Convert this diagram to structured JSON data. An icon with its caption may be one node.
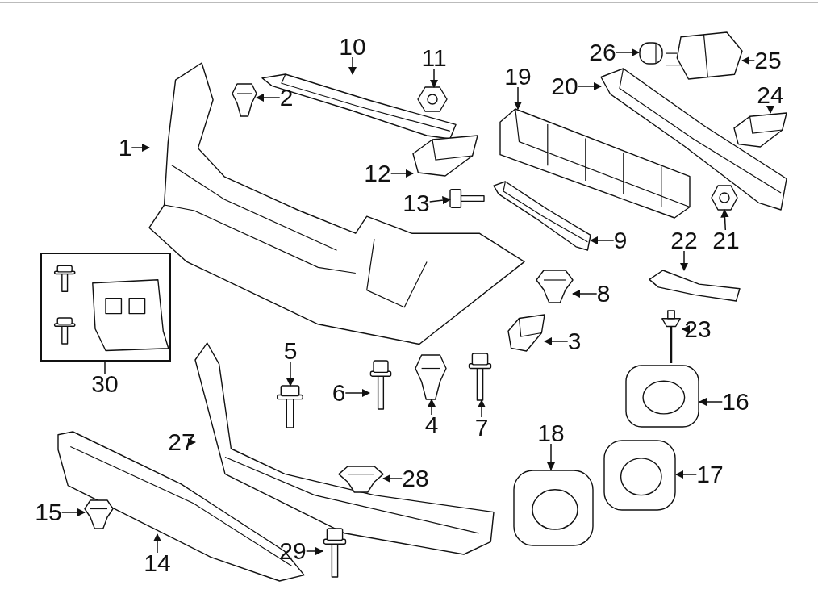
{
  "diagram": {
    "nodes": [
      {
        "text": [
          "1"
        ]
      },
      {
        "text": [],
        "shape": "picture"
      },
      {
        "text": [
          "2"
        ]
      },
      {
        "text": [],
        "shape": "picture"
      },
      {
        "text": [
          "3"
        ]
      },
      {
        "text": [],
        "shape": "picture"
      },
      {
        "text": [
          "4"
        ]
      },
      {
        "text": [],
        "shape": "picture"
      },
      {
        "text": [
          "5"
        ]
      },
      {
        "text": [],
        "shape": "picture"
      },
      {
        "text": [
          "6"
        ]
      },
      {
        "text": [],
        "shape": "picture"
      },
      {
        "text": [
          "7"
        ]
      },
      {
        "text": [],
        "shape": "picture"
      },
      {
        "text": [
          "8"
        ]
      },
      {
        "text": [],
        "shape": "picture"
      },
      {
        "text": [
          "9"
        ]
      },
      {
        "text": [],
        "shape": "picture"
      },
      {
        "text": [
          "10"
        ]
      },
      {
        "text": [],
        "shape": "picture"
      },
      {
        "text": [
          "11"
        ]
      },
      {
        "text": [],
        "shape": "picture"
      },
      {
        "text": [
          "12"
        ]
      },
      {
        "text": [],
        "shape": "picture"
      },
      {
        "text": [
          "13"
        ]
      },
      {
        "text": [],
        "shape": "picture"
      },
      {
        "text": [
          "14"
        ]
      },
      {
        "text": [],
        "shape": "picture"
      },
      {
        "text": [
          "15"
        ]
      },
      {
        "text": [],
        "shape": "picture"
      },
      {
        "text": [
          "16"
        ]
      },
      {
        "text": [],
        "shape": "picture"
      },
      {
        "text": [
          "17"
        ]
      },
      {
        "text": [],
        "shape": "picture"
      },
      {
        "text": [
          "18"
        ]
      },
      {
        "text": [],
        "shape": "picture"
      },
      {
        "text": [
          "19"
        ]
      },
      {
        "text": [],
        "shape": "picture"
      },
      {
        "text": [
          "20"
        ]
      },
      {
        "text": [],
        "shape": "picture"
      },
      {
        "text": [
          "21"
        ]
      },
      {
        "text": [],
        "shape": "picture"
      },
      {
        "text": [
          "22"
        ]
      },
      {
        "text": [],
        "shape": "picture"
      },
      {
        "text": [
          "23"
        ]
      },
      {
        "text": [],
        "shape": "picture"
      },
      {
        "text": [
          "24"
        ]
      },
      {
        "text": [],
        "shape": "picture"
      },
      {
        "text": [
          "25"
        ]
      },
      {
        "text": [],
        "shape": "picture"
      },
      {
        "text": [
          "26"
        ]
      },
      {
        "text": [],
        "shape": "picture"
      },
      {
        "text": [
          "27"
        ]
      },
      {
        "text": [],
        "shape": "picture"
      },
      {
        "text": [
          "28"
        ]
      },
      {
        "text": [],
        "shape": "picture"
      },
      {
        "text": [
          "29"
        ]
      },
      {
        "text": [],
        "shape": "picture"
      },
      {
        "text": [
          "30"
        ]
      },
      {
        "text": [],
        "shape": "box"
      }
    ],
    "edges": [
      {
        "from": 0,
        "to": 1,
        "arrow": "to"
      },
      {
        "from": 2,
        "to": 3,
        "arrow": "to"
      },
      {
        "from": 4,
        "to": 5,
        "arrow": "to"
      },
      {
        "from": 6,
        "to": 7,
        "arrow": "to"
      },
      {
        "from": 8,
        "to": 9,
        "arrow": "to"
      },
      {
        "from": 10,
        "to": 11,
        "arrow": "to"
      },
      {
        "from": 12,
        "to": 13,
        "arrow": "to"
      },
      {
        "from": 14,
        "to": 15,
        "arrow": "to"
      },
      {
        "from": 16,
        "to": 17,
        "arrow": "to"
      },
      {
        "from": 18,
        "to": 19,
        "arrow": "to"
      },
      {
        "from": 20,
        "to": 21,
        "arrow": "to"
      },
      {
        "from": 22,
        "to": 23,
        "arrow": "to"
      },
      {
        "from": 24,
        "to": 25,
        "arrow": "to"
      },
      {
        "from": 26,
        "to": 27,
        "arrow": "to"
      },
      {
        "from": 28,
        "to": 29,
        "arrow": "to"
      },
      {
        "from": 30,
        "to": 31,
        "arrow": "to"
      },
      {
        "from": 32,
        "to": 33,
        "arrow": "to"
      },
      {
        "from": 34,
        "to": 35,
        "arrow": "to"
      },
      {
        "from": 36,
        "to": 37,
        "arrow": "to"
      },
      {
        "from": 38,
        "to": 39,
        "arrow": "to"
      },
      {
        "from": 40,
        "to": 41,
        "arrow": "to"
      },
      {
        "from": 42,
        "to": 43,
        "arrow": "to"
      },
      {
        "from": 44,
        "to": 45,
        "arrow": "to"
      },
      {
        "from": 46,
        "to": 47,
        "arrow": "to"
      },
      {
        "from": 48,
        "to": 49,
        "arrow": "to"
      },
      {
        "from": 50,
        "to": 51,
        "arrow": "to"
      },
      {
        "from": 52,
        "to": 53,
        "arrow": "to"
      },
      {
        "from": 54,
        "to": 55,
        "arrow": "to"
      },
      {
        "from": 56,
        "to": 57,
        "arrow": "to"
      },
      {
        "from": 58,
        "to": 59,
        "arrow": "none"
      }
    ]
  }
}
